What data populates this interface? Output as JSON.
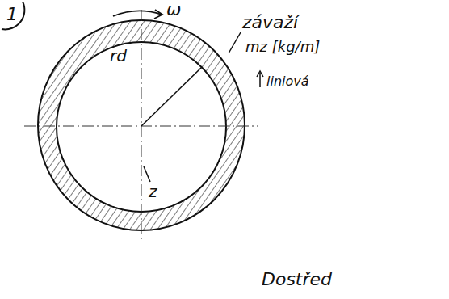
{
  "diagram": {
    "labels": [
      "1",
      "ω",
      "rd",
      "závaží",
      "mz [kg/m]",
      "liniová",
      "z",
      "Dostřed"
    ]
  }
}
